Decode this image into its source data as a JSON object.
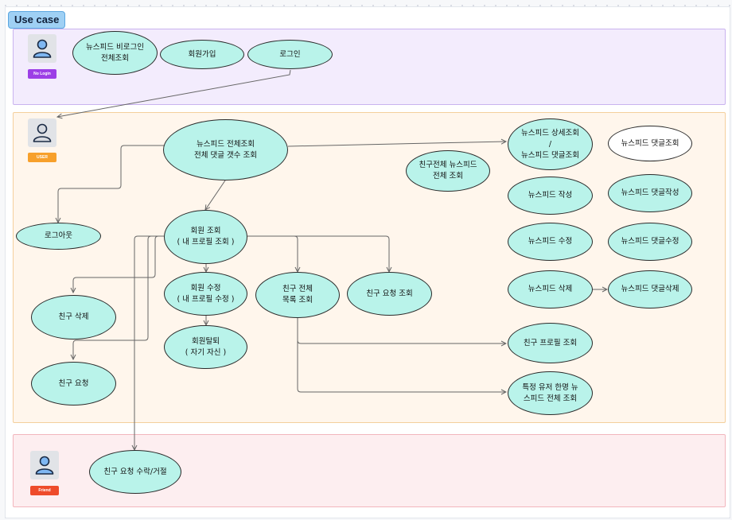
{
  "diagram": {
    "title": "Use case",
    "colors": {
      "nologin_section_bg": "#f3ecfd",
      "user_section_bg": "#fff6ec",
      "friend_section_bg": "#fdeef0",
      "node_fill": "#b9f3ea",
      "nologin_tag": "#9c3fe6",
      "user_tag": "#f7a02b",
      "friend_tag": "#ee4b2b"
    },
    "actors": {
      "nologin": {
        "icon": "user-icon",
        "label": "No Login"
      },
      "user": {
        "icon": "user-icon",
        "label": "USER"
      },
      "friend": {
        "icon": "user-icon",
        "label": "Friend"
      }
    },
    "nodes": {
      "newsfeed_view_guest": "뉴스피드 비로그인\n전체조회",
      "signup": "회원가입",
      "login": "로그인",
      "newsfeed_view_all": "뉴스피드 전체조회\n전체 댓글 갯수 조회",
      "friends_newsfeed_all": "친구전체 뉴스피드\n전체 조회",
      "newsfeed_detail": "뉴스피드 상세조회\n/\n뉴스피드 댓글조회",
      "comment_view": "뉴스피드 댓글조회",
      "newsfeed_write": "뉴스피드 작성",
      "comment_write": "뉴스피드 댓글작성",
      "newsfeed_edit": "뉴스피드 수정",
      "comment_edit": "뉴스피드 댓글수정",
      "newsfeed_delete": "뉴스피드 삭제",
      "comment_delete": "뉴스피드 댓글삭제",
      "logout": "로그아웃",
      "member_view": "회원 조회\n( 내 프로필 조회 )",
      "member_edit": "회원 수정\n( 내 프로필 수정 )",
      "member_withdraw": "회원탈퇴\n( 자기 자신 )",
      "friend_list": "친구 전체\n목록 조회",
      "friend_request_view": "친구 요청 조회",
      "friend_delete": "친구 삭제",
      "friend_request": "친구 요청",
      "friend_profile": "친구 프로필 조회",
      "user_newsfeed": "특정 유저 한명 뉴\n스피드 전체 조회",
      "friend_accept": "친구 요청 수락/거절"
    }
  }
}
